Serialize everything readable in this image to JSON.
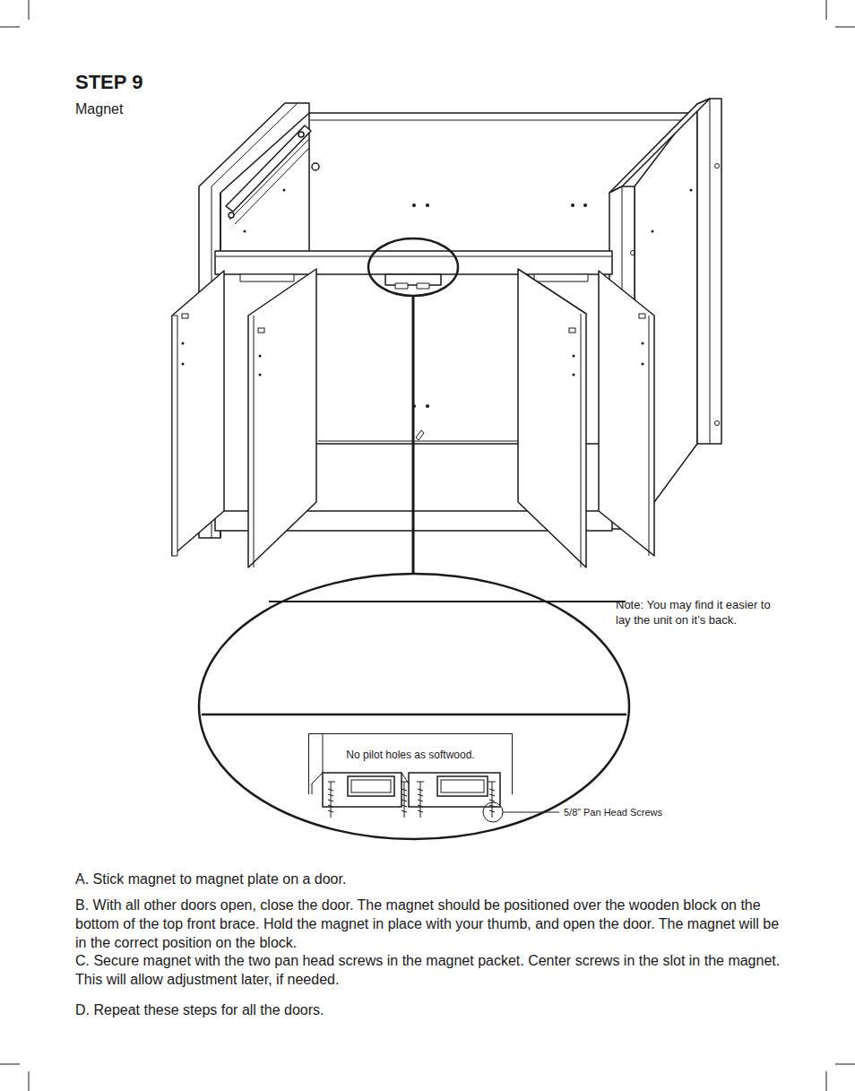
{
  "diagram": {
    "title": "STEP 9",
    "nodes": [
      {
        "text": [
          "No pilot holes as softwood."
        ]
      }
    ],
    "labels": [
      "Magnet",
      "Note: You may find it easier to lay the unit on it’s back.",
      "5/8” Pan Head Screws",
      "A. Stick magnet to magnet plate on a door.",
      "B. With all other doors open, close the door. The magnet should be positioned over the wooden block on the bottom of the top front brace. Hold the magnet in place with your thumb, and open the door. The magnet will be in the correct position on the block.",
      "C. Secure magnet with the two pan head screws in the magnet packet. Center screws in the slot in the magnet. This will allow adjustment later, if needed.",
      "D. Repeat these steps for all the doors."
    ]
  }
}
